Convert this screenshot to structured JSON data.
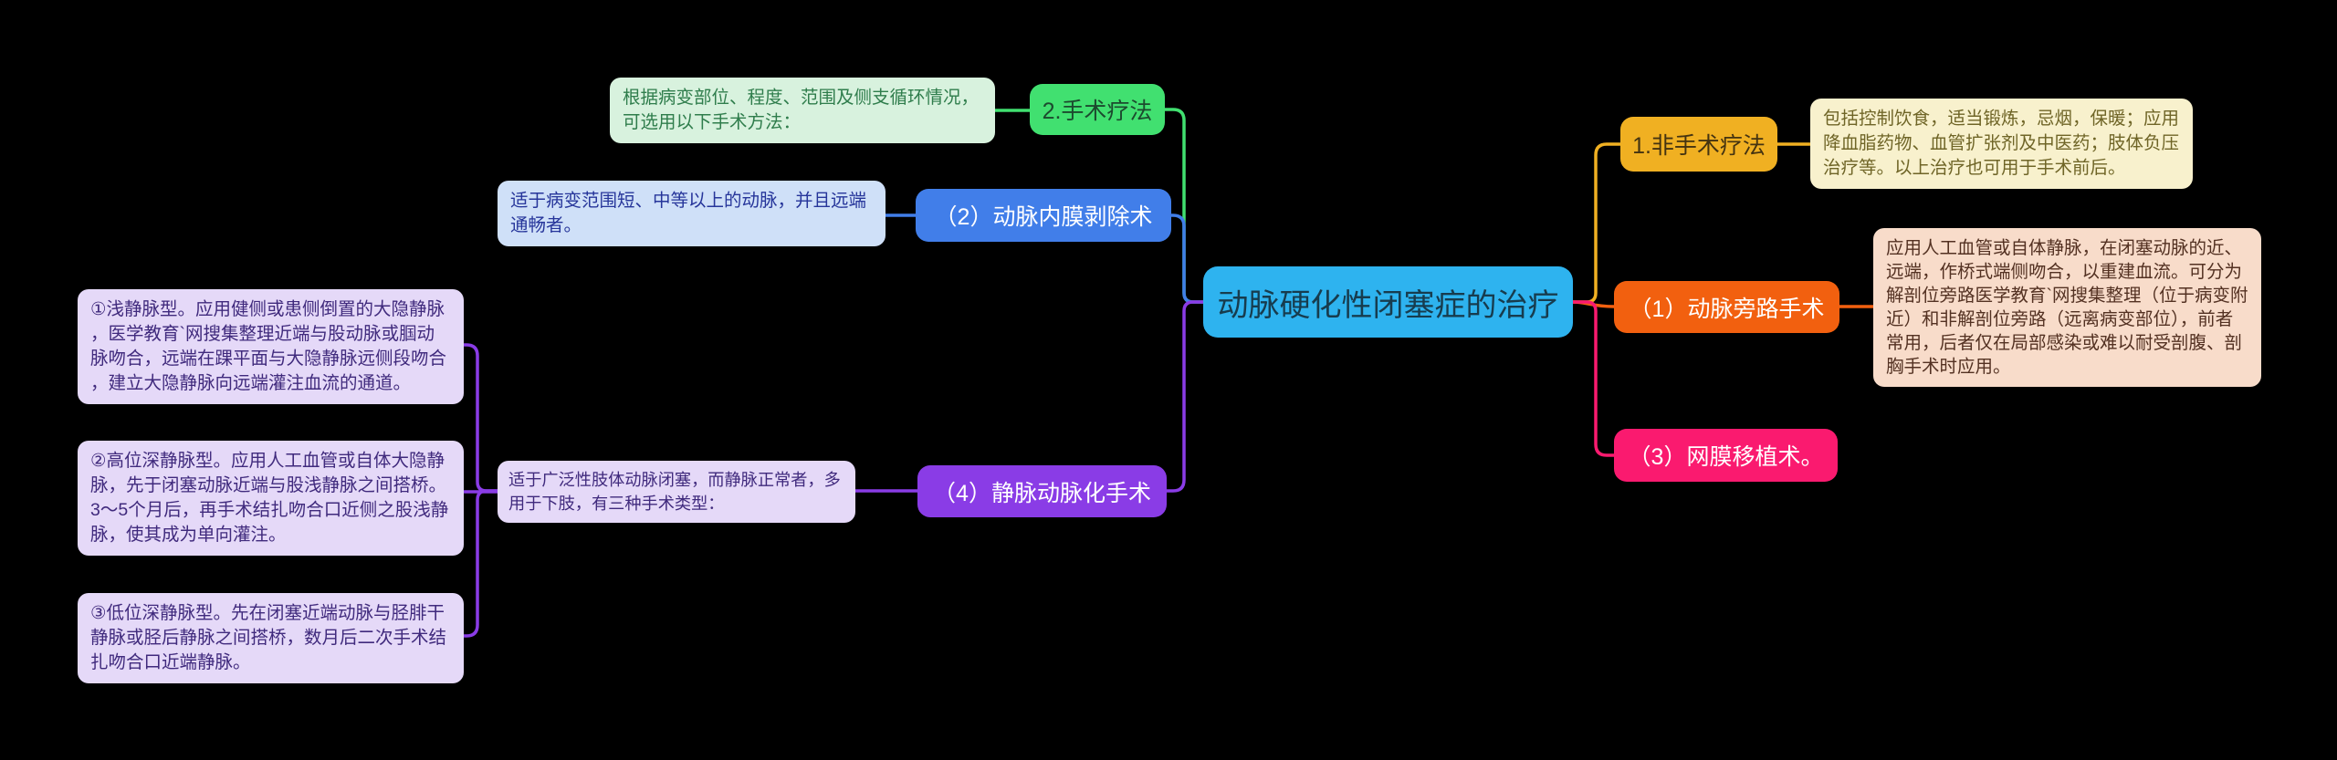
{
  "central": {
    "label": "动脉硬化性闭塞症的治疗"
  },
  "branches": {
    "non_surgical": {
      "label": "1.非手术疗法",
      "note": "包括控制饮食，适当锻炼，忌烟，保暖；应用降血脂药物、血管扩张剂及中医药；肢体负压治疗等。以上治疗也可用于手术前后。"
    },
    "surgical": {
      "label": "2.手术疗法",
      "note": "根据病变部位、程度、范围及侧支循环情况，可选用以下手术方法："
    },
    "artery_bypass": {
      "label": "（1）动脉旁路手术",
      "note": "应用人工血管或自体静脉，在闭塞动脉的近、远端，作桥式端侧吻合，以重建血流。可分为解剖位旁路医学教育`网搜集整理（位于病变附近）和非解剖位旁路（远离病变部位），前者常用，后者仅在局部感染或难以耐受剖腹、剖胸手术时应用。"
    },
    "endarterectomy": {
      "label": "（2）动脉内膜剥除术",
      "note": "适于病变范围短、中等以上的动脉，并且远端通畅者。"
    },
    "omentum_transplant": {
      "label": "（3）网膜移植术。"
    },
    "vein_arterialization": {
      "label": "（4）静脉动脉化手术",
      "note": "适于广泛性肢体动脉闭塞，而静脉正常者，多用于下肢，有三种手术类型：",
      "types": [
        "①浅静脉型。应用健侧或患侧倒置的大隐静脉，医学教育`网搜集整理近端与股动脉或腘动脉吻合，远端在踝平面与大隐静脉远侧段吻合，建立大隐静脉向远端灌注血流的通道。",
        "②高位深静脉型。应用人工血管或自体大隐静脉，先于闭塞动脉近端与股浅静脉之间搭桥。3～5个月后，再手术结扎吻合口近侧之股浅静脉，使其成为单向灌注。",
        "③低位深静脉型。先在闭塞近端动脉与胫腓干静脉或胫后静脉之间搭桥，数月后二次手术结扎吻合口近端静脉。"
      ]
    }
  },
  "colors": {
    "background": "#000000",
    "central": "#2eb3ef",
    "non_surgical": "#f0b022",
    "surgical": "#41e070",
    "artery_bypass": "#f2600f",
    "endarterectomy": "#417ee9",
    "omentum_transplant": "#fa1a6f",
    "vein_arterialization": "#8a3ce6",
    "note_yellow": "#f8f1cd",
    "note_salmon": "#f8dcca",
    "note_green": "#d8f2de",
    "note_blue": "#cfe0f8",
    "note_purple": "#e5d9f8"
  }
}
